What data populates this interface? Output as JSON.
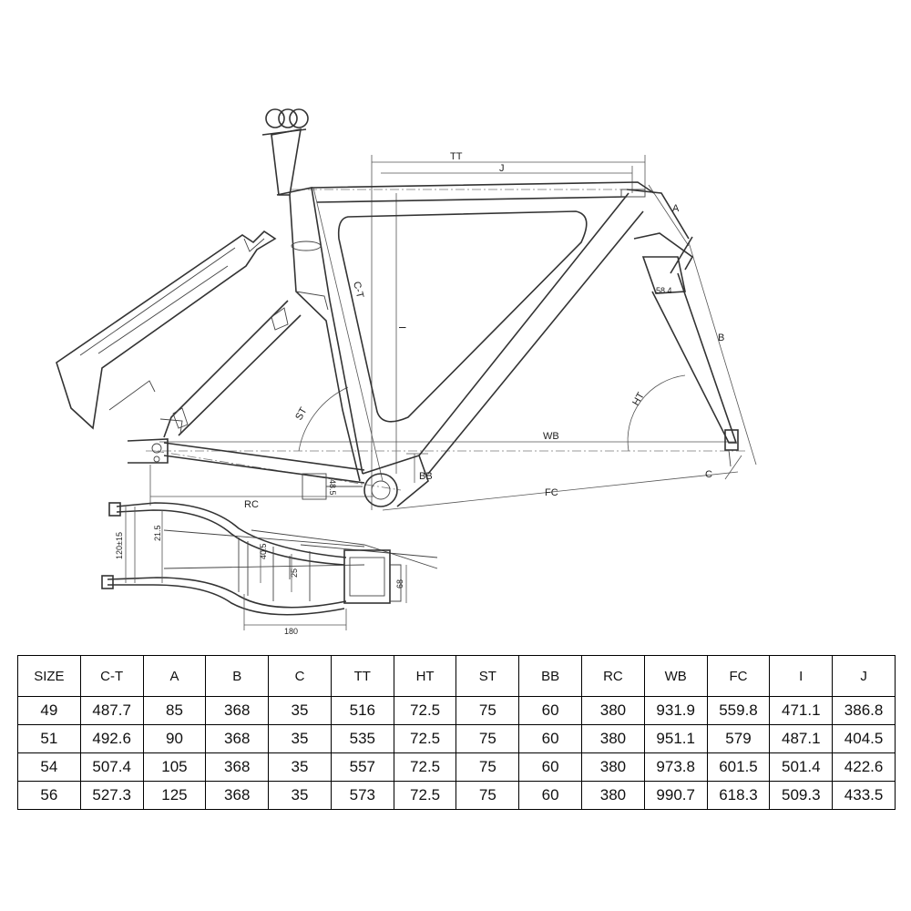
{
  "drawing": {
    "labels": {
      "tt": "TT",
      "j": "J",
      "a": "A",
      "b": "B",
      "ct": "C-T",
      "i": "I",
      "st": "ST",
      "ht": "HT",
      "wb": "WB",
      "c": "C",
      "bb": "BB",
      "fc": "FC",
      "rc": "RC",
      "dim_584": "58.4",
      "dim_485": "48.5",
      "dim_215": "21.5",
      "dim_120": "120±15",
      "dim_405": "40.5",
      "dim_25": "25",
      "dim_68": "68",
      "dim_180": "180"
    }
  },
  "table": {
    "headers": [
      "SIZE",
      "C-T",
      "A",
      "B",
      "C",
      "TT",
      "HT",
      "ST",
      "BB",
      "RC",
      "WB",
      "FC",
      "I",
      "J"
    ],
    "rows": [
      [
        "49",
        "487.7",
        "85",
        "368",
        "35",
        "516",
        "72.5",
        "75",
        "60",
        "380",
        "931.9",
        "559.8",
        "471.1",
        "386.8"
      ],
      [
        "51",
        "492.6",
        "90",
        "368",
        "35",
        "535",
        "72.5",
        "75",
        "60",
        "380",
        "951.1",
        "579",
        "487.1",
        "404.5"
      ],
      [
        "54",
        "507.4",
        "105",
        "368",
        "35",
        "557",
        "72.5",
        "75",
        "60",
        "380",
        "973.8",
        "601.5",
        "501.4",
        "422.6"
      ],
      [
        "56",
        "527.3",
        "125",
        "368",
        "35",
        "573",
        "72.5",
        "75",
        "60",
        "380",
        "990.7",
        "618.3",
        "509.3",
        "433.5"
      ]
    ]
  }
}
